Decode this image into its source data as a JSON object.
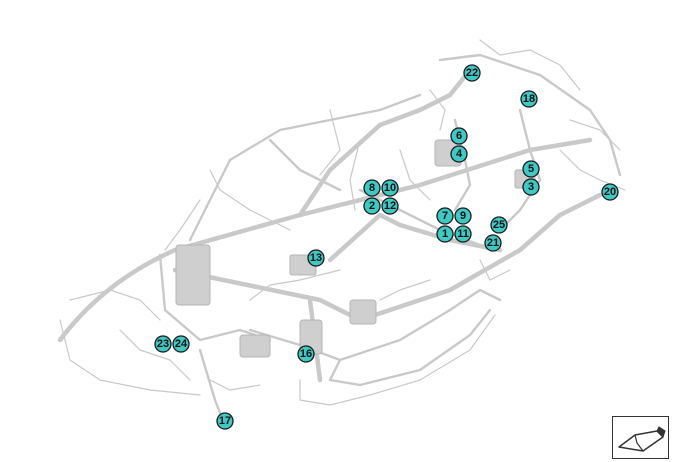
{
  "diagram": {
    "colors": {
      "callout_fill": "#3ec9c5",
      "callout_stroke": "#1a1a1a",
      "wiring": "#c9c9c9"
    },
    "callouts": [
      {
        "label": "1"
      },
      {
        "label": "2"
      },
      {
        "label": "3"
      },
      {
        "label": "4"
      },
      {
        "label": "5"
      },
      {
        "label": "6"
      },
      {
        "label": "7"
      },
      {
        "label": "8"
      },
      {
        "label": "9"
      },
      {
        "label": "10"
      },
      {
        "label": "11"
      },
      {
        "label": "12"
      },
      {
        "label": "13"
      },
      {
        "label": "16"
      },
      {
        "label": "17"
      },
      {
        "label": "18"
      },
      {
        "label": "20"
      },
      {
        "label": "21"
      },
      {
        "label": "22"
      },
      {
        "label": "23"
      },
      {
        "label": "24"
      },
      {
        "label": "25"
      }
    ],
    "view_icon": "vehicle-orientation-icon"
  }
}
